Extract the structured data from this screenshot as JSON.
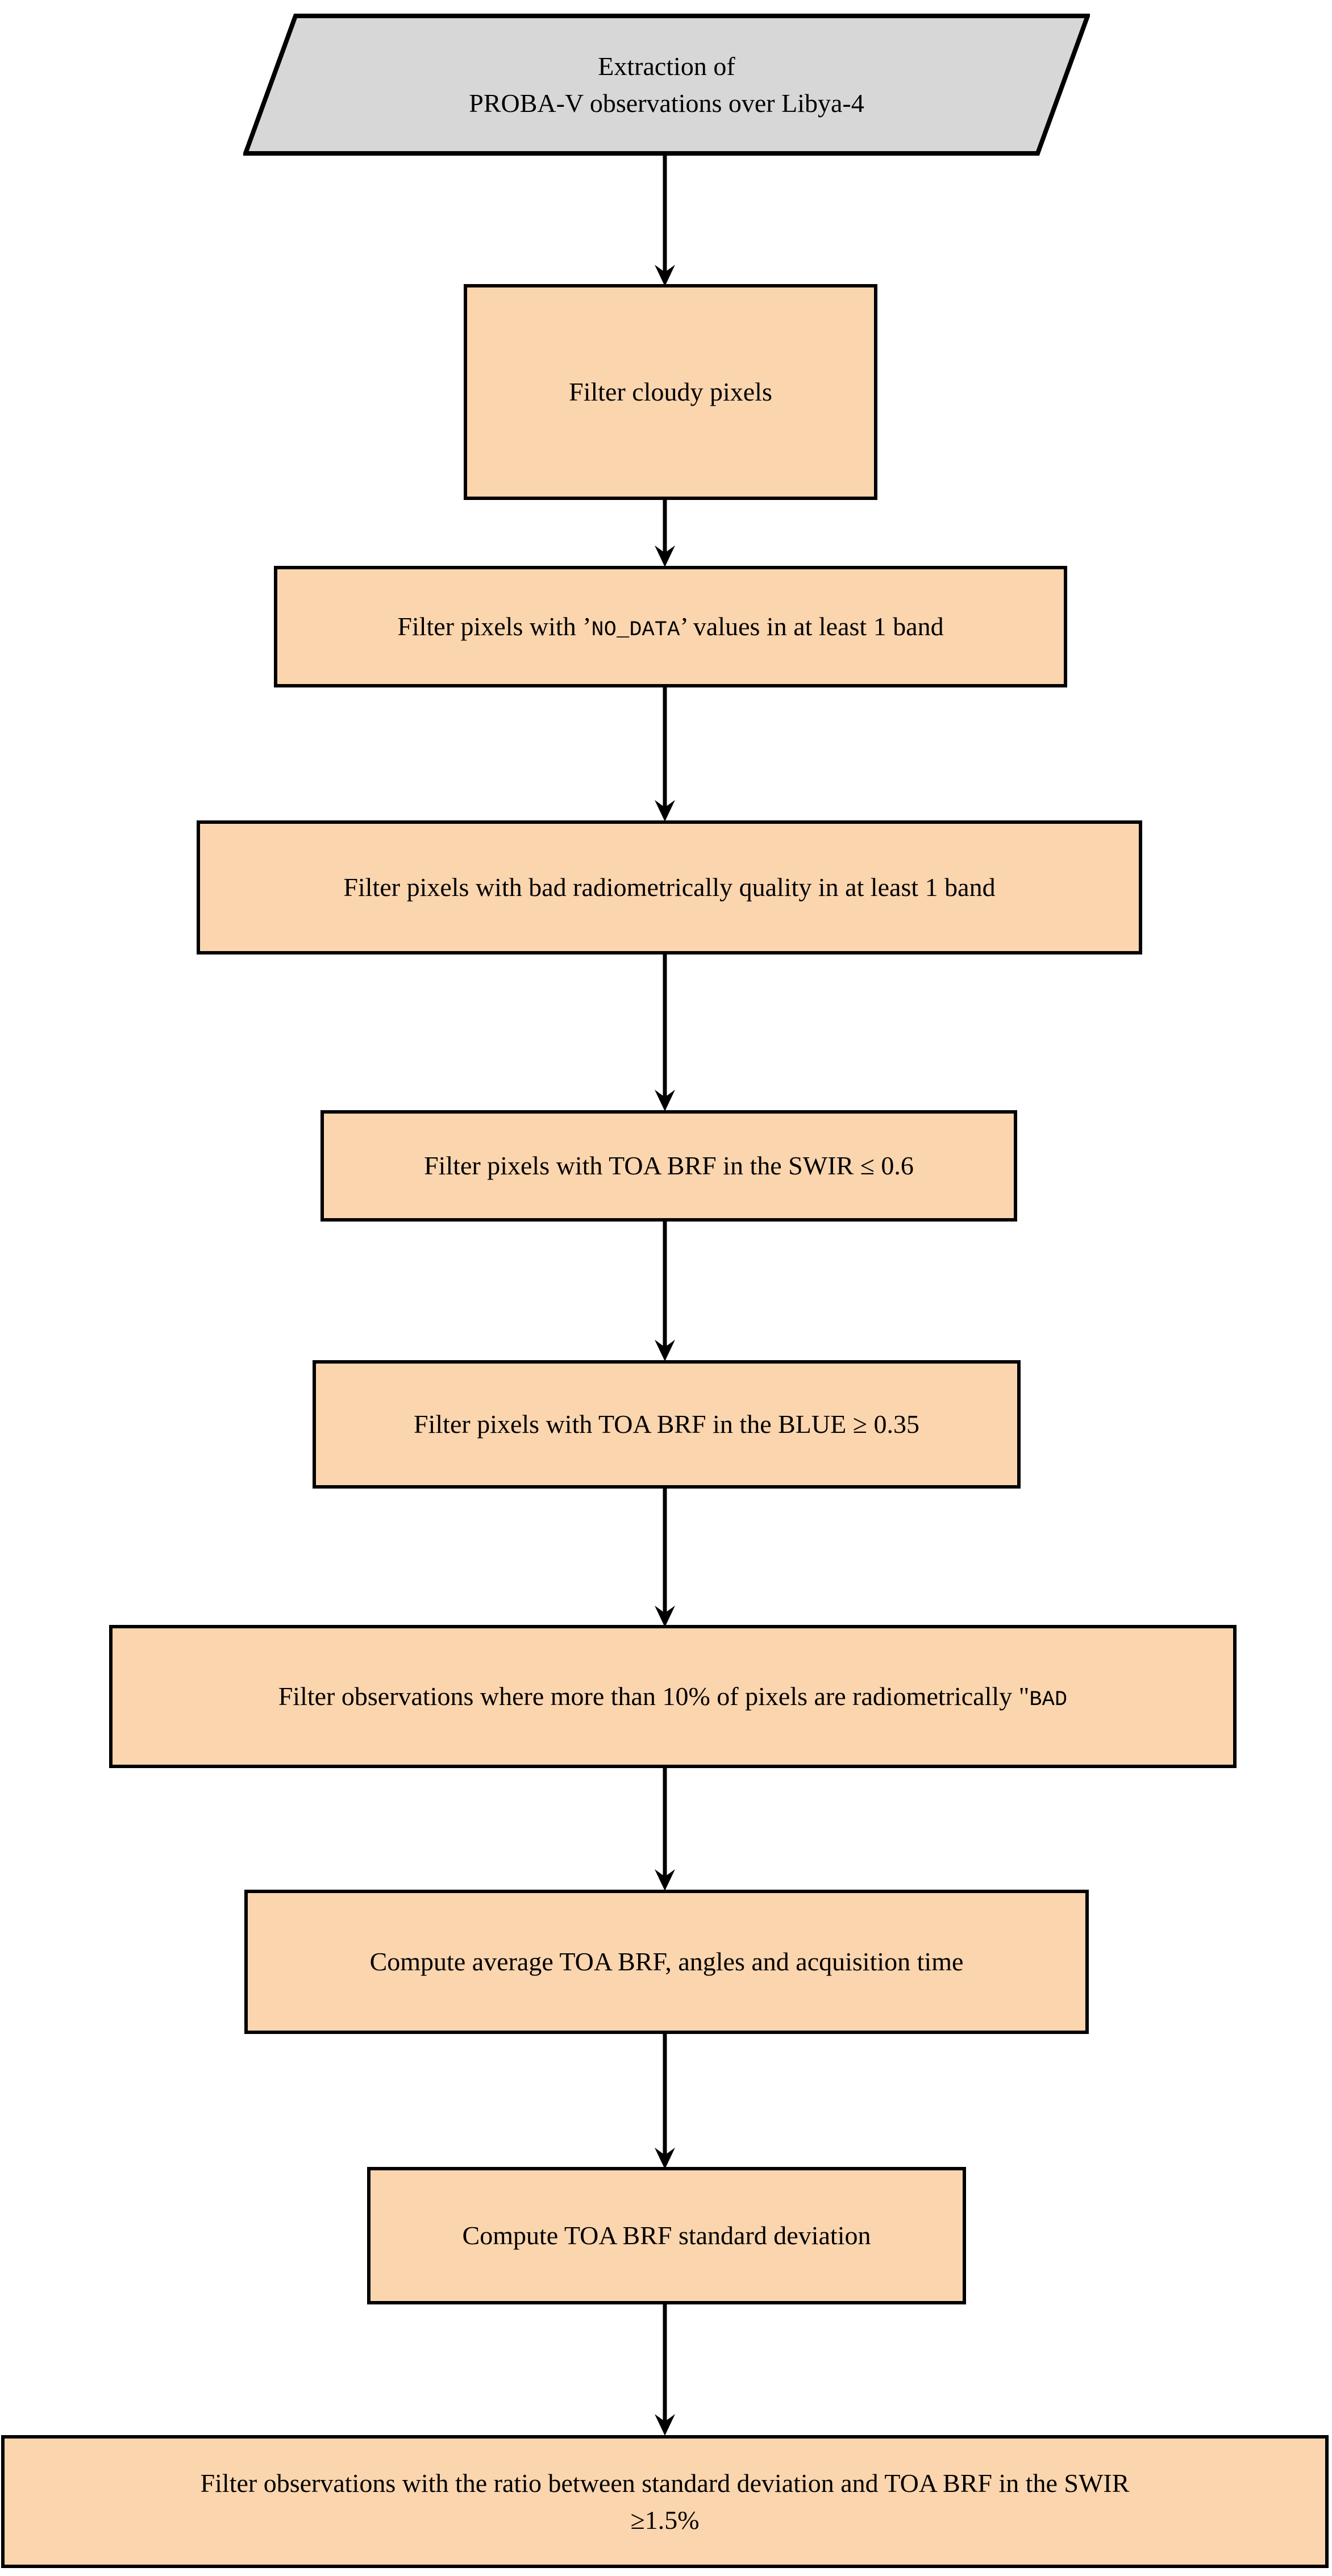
{
  "figure": {
    "type": "flowchart",
    "orientation": "top-to-bottom",
    "colors": {
      "process_fill": "#FBD5AE",
      "terminator_fill": "#D7D7D7",
      "stroke": "#000000",
      "text": "#000000",
      "background": "#FFFFFF"
    }
  },
  "nodes": [
    {
      "id": "n1",
      "shape": "parallelogram",
      "line1": "Extraction of",
      "line2": "PROBA-V observations over Libya-4"
    },
    {
      "id": "n2",
      "shape": "rectangle",
      "text": "Filter cloudy pixels"
    },
    {
      "id": "n3",
      "shape": "rectangle",
      "pre": "Filter pixels with ’",
      "mono": "NO_DATA",
      "post": "’ values in at least 1 band"
    },
    {
      "id": "n4",
      "shape": "rectangle",
      "text": "Filter pixels with bad radiometrically quality in at least 1 band"
    },
    {
      "id": "n5",
      "shape": "rectangle",
      "text": "Filter pixels with TOA BRF in the SWIR ≤ 0.6"
    },
    {
      "id": "n6",
      "shape": "rectangle",
      "text": "Filter pixels with TOA BRF in the BLUE ≥ 0.35"
    },
    {
      "id": "n7",
      "shape": "rectangle",
      "pre": "Filter observations where more than 10% of pixels are radiometrically \"",
      "mono": "BAD",
      "post": ""
    },
    {
      "id": "n8",
      "shape": "rectangle",
      "text": "Compute average TOA BRF, angles and acquisition time"
    },
    {
      "id": "n9",
      "shape": "rectangle",
      "text": "Compute TOA BRF standard deviation"
    },
    {
      "id": "n10",
      "shape": "rectangle",
      "line1": "Filter observations with the ratio between standard deviation and TOA BRF in the SWIR",
      "line2": "≥1.5%"
    }
  ],
  "edges": [
    {
      "from": "n1",
      "to": "n2"
    },
    {
      "from": "n2",
      "to": "n3"
    },
    {
      "from": "n3",
      "to": "n4"
    },
    {
      "from": "n4",
      "to": "n5"
    },
    {
      "from": "n5",
      "to": "n6"
    },
    {
      "from": "n6",
      "to": "n7"
    },
    {
      "from": "n7",
      "to": "n8"
    },
    {
      "from": "n8",
      "to": "n9"
    },
    {
      "from": "n9",
      "to": "n10"
    }
  ]
}
